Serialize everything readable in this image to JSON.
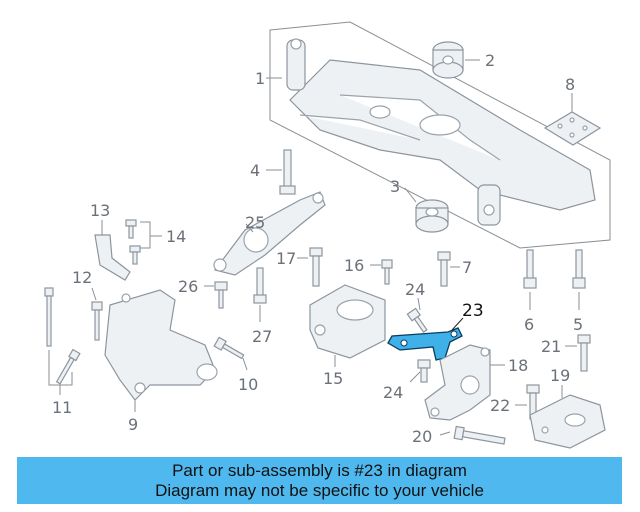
{
  "diagram": {
    "callouts": [
      "1",
      "2",
      "3",
      "4",
      "5",
      "6",
      "7",
      "8",
      "9",
      "10",
      "11",
      "12",
      "13",
      "14",
      "15",
      "16",
      "17",
      "18",
      "19",
      "20",
      "21",
      "22",
      "23",
      "24",
      "24",
      "25",
      "26",
      "27"
    ],
    "highlighted_part": "23",
    "colors": {
      "highlight": "#3fb0e8",
      "banner": "#4fb9ef"
    }
  },
  "banner": {
    "line1": "Part or sub-assembly is #23 in diagram",
    "line2": "Diagram may not be specific to your vehicle"
  }
}
